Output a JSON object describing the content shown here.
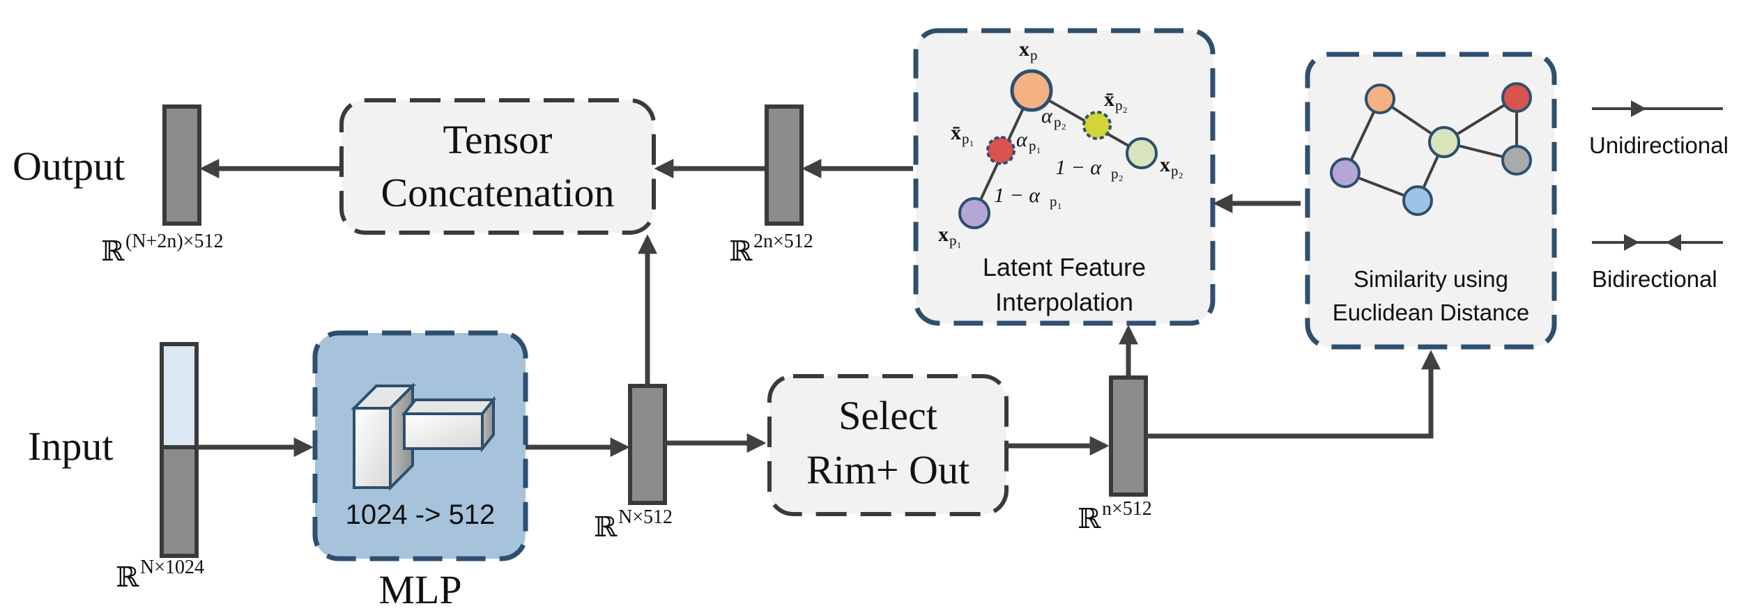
{
  "labels": {
    "output": "Output",
    "input": "Input",
    "mlp": "MLP",
    "mlp_dims": "1024 -> 512",
    "concat_line1": "Tensor",
    "concat_line2": "Concatenation",
    "select_line1": "Select",
    "select_line2": "Rim+ Out",
    "interp_line1": "Latent Feature",
    "interp_line2": "Interpolation",
    "similarity_line1": "Similarity using",
    "similarity_line2": "Euclidean Distance",
    "legend_unidirectional": "Unidirectional",
    "legend_bidirectional": "Bidirectional"
  },
  "dims": {
    "output": "(N+2n)×512",
    "input": "N×1024",
    "mlp_out": "N×512",
    "interp_in": "2n×512",
    "select_out": "n×512",
    "real_symbol": "ℝ"
  },
  "math": {
    "xp": "x",
    "xp_sub": "p",
    "xp1": "x",
    "xp1_sub": "p₁",
    "xp2": "x",
    "xp2_sub": "p₂",
    "xbar_p1": "x̄",
    "xbar_p1_sub": "p₁",
    "xbar_p2": "x̄",
    "xbar_p2_sub": "p₂",
    "alpha_p1": "α",
    "alpha_p1_sub": "p₁",
    "alpha_p2": "α",
    "alpha_p2_sub": "p₂",
    "one_minus_alpha_p1": "1 − α",
    "one_minus_alpha_p1_sub": "p₁",
    "one_minus_alpha_p2": "1 − α",
    "one_minus_alpha_p2_sub": "p₂"
  },
  "colors": {
    "dashed_border_blue": "#2e4f6e",
    "dashed_border_gray": "#3a3a3a",
    "box_fill_gray": "#f2f2f2",
    "mlp_fill": "#a7c3dc",
    "bar_gray": "#8c8c8c",
    "bar_light_blue": "#dbe8f4",
    "node_orange": "#f4b183",
    "node_red": "#d9534f",
    "node_yellow": "#d4d43a",
    "node_green": "#d8e4bc",
    "node_purple": "#b4a7d6",
    "node_blue": "#9dc3e6",
    "node_gray": "#aaaaaa"
  }
}
